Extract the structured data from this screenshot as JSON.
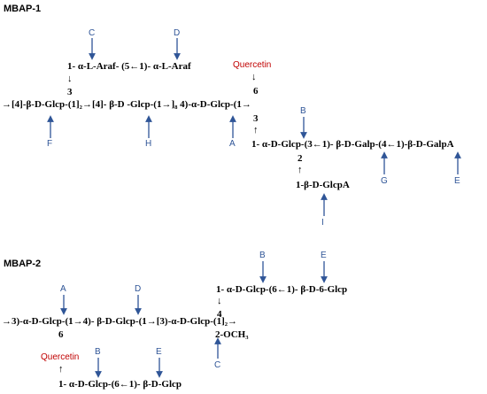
{
  "mbap1": {
    "title": "MBAP-1",
    "side_chain": "1- α-L-Araf- (5←1)- α-L-Araf",
    "side_link_arrow": "↓",
    "side_link_pos": "3",
    "quercetin": "Quercetin",
    "q_arrow": "↓",
    "q_pos": "6",
    "backbone": "→[4]-β-D-Glcp-(1]₂→[4]- β-D -Glcp-(1→]₈ 4)-α-D-Glcp-(1→",
    "branch_pos": "3",
    "branch_arrow": "↑",
    "branch_chain": "1- α-D-Glcp-(3←1)- β-D-Galp-(4←1)-β-D-GalpA",
    "sub_pos": "2",
    "sub_arrow": "↑",
    "sub_chain": "1-β-D-GlcpA",
    "labels": [
      "C",
      "D",
      "B",
      "F",
      "H",
      "A",
      "G",
      "E",
      "I"
    ]
  },
  "mbap2": {
    "title": "MBAP-2",
    "top_chain": "1- α-D-Glcp-(6←1)- β-D-6-Glcp",
    "top_arrow": "↓",
    "top_pos": "4",
    "backbone": "→3)-α-D-Glcp-(1→4)- β-D-Glcp-(1→[3)-α-D-Glcp-(1]₂→",
    "pos6": "6",
    "och3": "2-OCH₃",
    "quercetin": "Quercetin",
    "q_arrow": "↑",
    "bottom_chain": "1- α-D-Glcp-(6←1)- β-D-Glcp",
    "labels": [
      "B",
      "E",
      "A",
      "D",
      "C",
      "B",
      "E"
    ]
  }
}
